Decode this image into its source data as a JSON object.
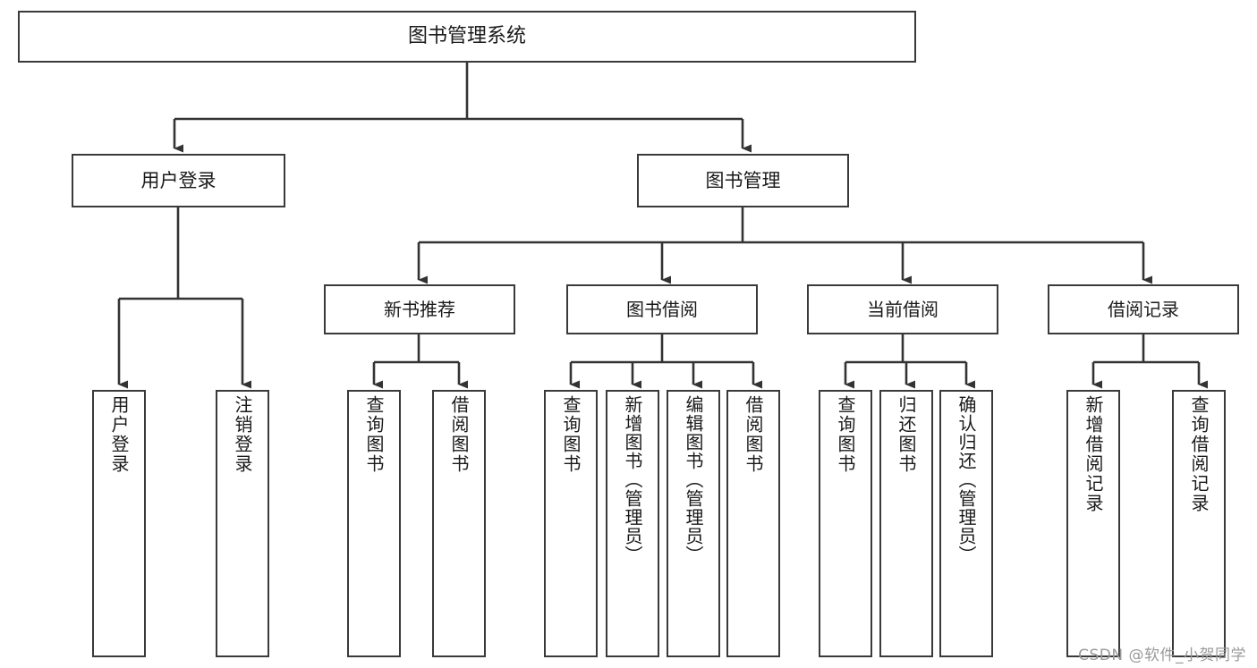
{
  "diagram": {
    "type": "tree-hierarchy-functional-decomposition",
    "title": "图书管理系统",
    "colors": {
      "box_border": "#3a3a3a",
      "box_fill": "#ffffff",
      "edge": "#333333",
      "text": "#1a1a1a",
      "watermark": "#9a9a9a",
      "background": "#ffffff"
    },
    "root": {
      "label": "图书管理系统"
    },
    "level1": [
      {
        "id": "user-login",
        "label": "用户登录"
      },
      {
        "id": "book-manage",
        "label": "图书管理"
      }
    ],
    "level2": [
      {
        "id": "new-book-recommend",
        "label": "新书推荐"
      },
      {
        "id": "book-borrow",
        "label": "图书借阅"
      },
      {
        "id": "current-borrow",
        "label": "当前借阅"
      },
      {
        "id": "borrow-record",
        "label": "借阅记录"
      }
    ],
    "leaves": {
      "user_login": [
        {
          "id": "leaf-user-login",
          "label": "用户登录"
        },
        {
          "id": "leaf-user-logout",
          "label": "注销登录"
        }
      ],
      "new_book_recommend": [
        {
          "id": "leaf-query-book-1",
          "label": "查询图书"
        },
        {
          "id": "leaf-borrow-book-1",
          "label": "借阅图书"
        }
      ],
      "book_borrow": [
        {
          "id": "leaf-query-book-2",
          "label": "查询图书"
        },
        {
          "id": "leaf-add-book",
          "label": "新增图书（管理员）"
        },
        {
          "id": "leaf-edit-book",
          "label": "编辑图书（管理员）"
        },
        {
          "id": "leaf-borrow-book-2",
          "label": "借阅图书"
        }
      ],
      "current_borrow": [
        {
          "id": "leaf-query-book-3",
          "label": "查询图书"
        },
        {
          "id": "leaf-return-book",
          "label": "归还图书"
        },
        {
          "id": "leaf-confirm-return",
          "label": "确认归还（管理员）"
        }
      ],
      "borrow_record": [
        {
          "id": "leaf-add-borrow-record",
          "label": "新增借阅记录"
        },
        {
          "id": "leaf-query-borrow-record",
          "label": "查询借阅记录"
        }
      ]
    }
  },
  "watermark": {
    "text": "CSDN @软件_小贺同学"
  }
}
